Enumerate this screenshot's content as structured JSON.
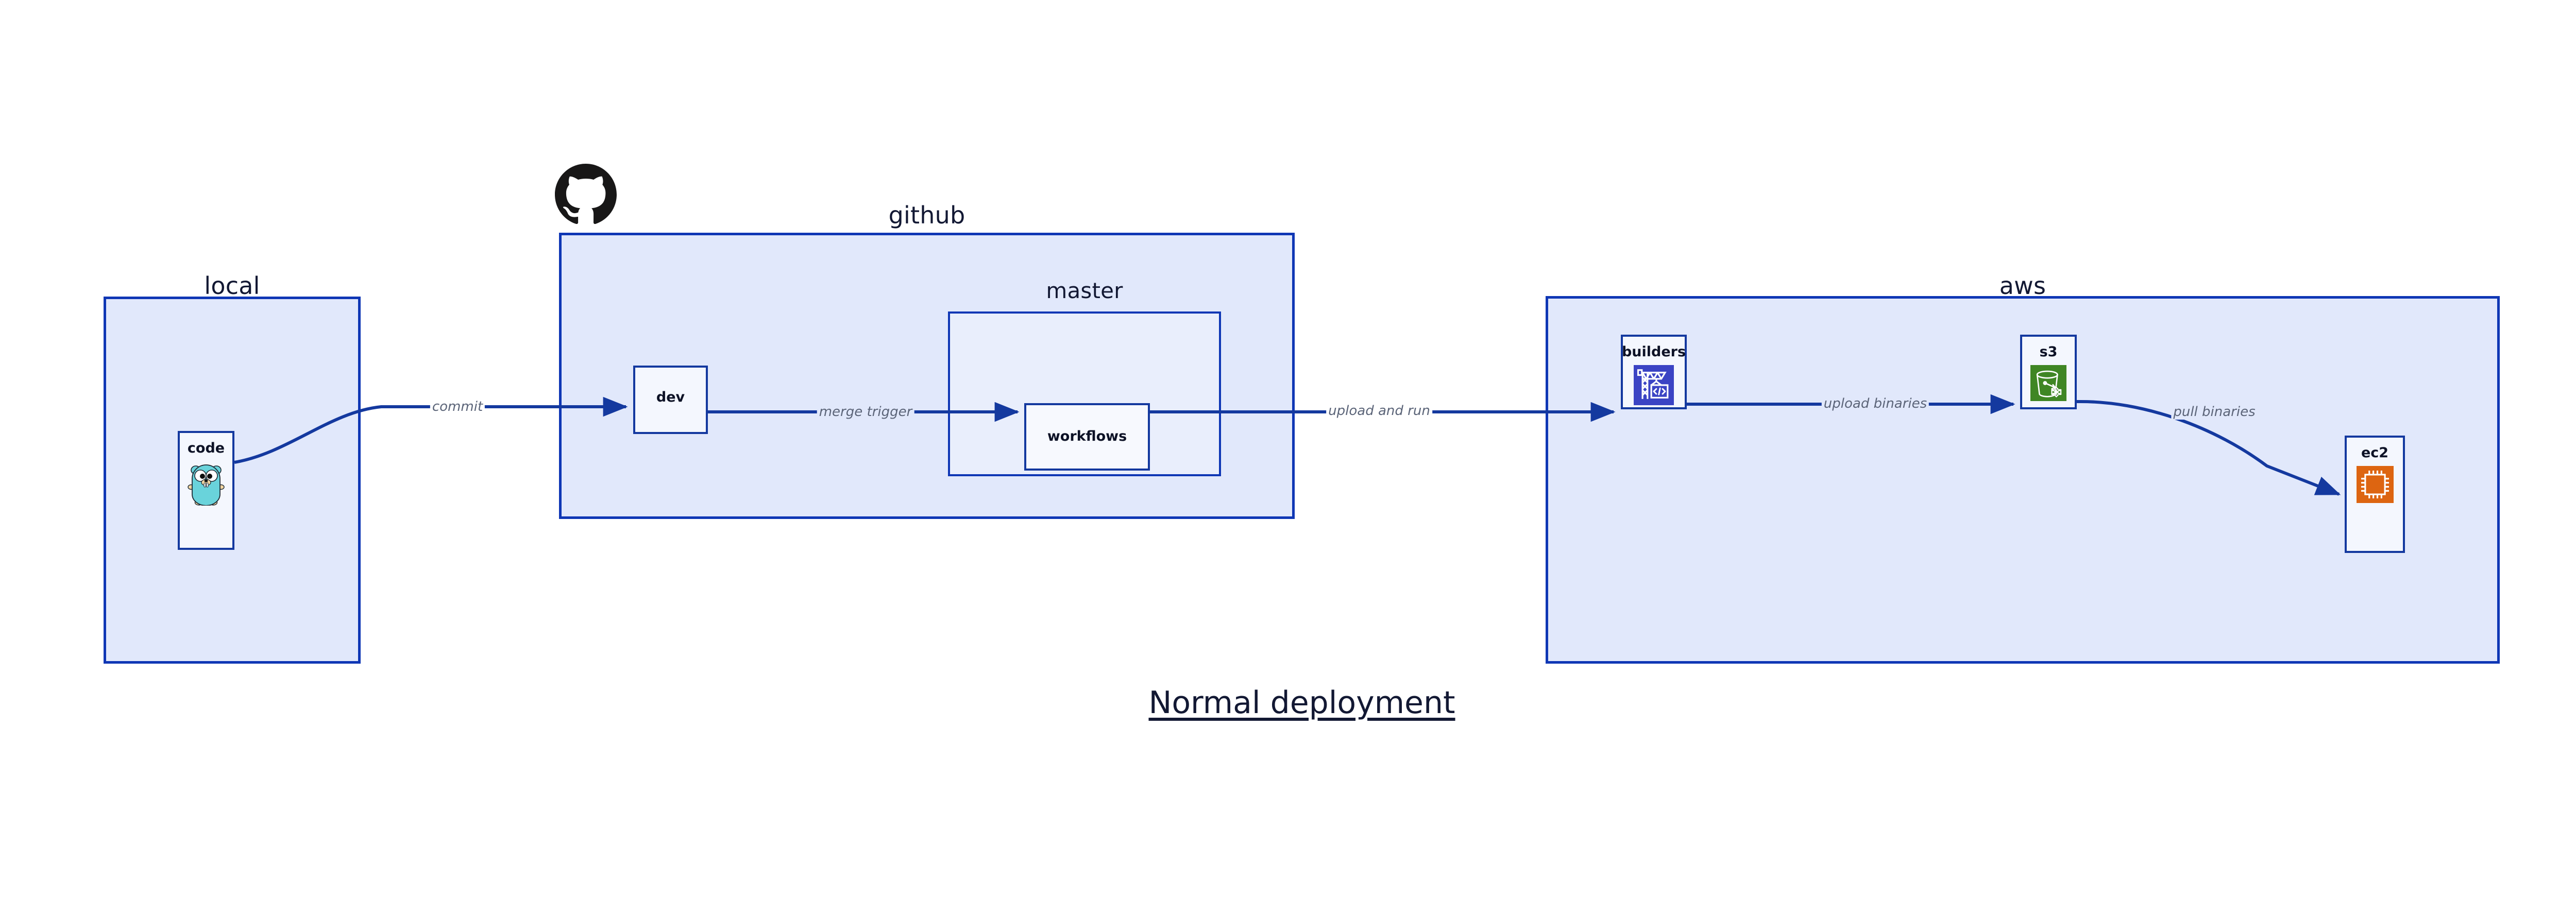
{
  "title": "Normal deployment",
  "colors": {
    "panel_fill": "#e1e8fb",
    "inner_fill": "#e9eefc",
    "node_fill": "#f4f7fe",
    "border": "#14399f",
    "edge": "#14399f",
    "edge_label": "#5b6478",
    "text": "#0d1226",
    "builders_icon_bg": "#3b44c4",
    "s3_icon_bg": "#3f8624",
    "ec2_icon_bg": "#dd6511",
    "gopher_body": "#69d3db",
    "github_logo": "#181717"
  },
  "groups": [
    {
      "id": "local",
      "label": "local"
    },
    {
      "id": "github",
      "label": "github"
    },
    {
      "id": "master",
      "label": "master"
    },
    {
      "id": "aws",
      "label": "aws"
    }
  ],
  "nodes": [
    {
      "id": "code",
      "label": "code",
      "icon": "go-gopher-icon",
      "group": "local"
    },
    {
      "id": "dev",
      "label": "dev",
      "icon": null,
      "group": "github"
    },
    {
      "id": "workflows",
      "label": "workflows",
      "icon": null,
      "group": "master"
    },
    {
      "id": "builders",
      "label": "builders",
      "icon": "aws-codebuild-crane-icon",
      "group": "aws"
    },
    {
      "id": "s3",
      "label": "s3",
      "icon": "aws-s3-bucket-icon",
      "group": "aws"
    },
    {
      "id": "ec2",
      "label": "ec2",
      "icon": "aws-ec2-chip-icon",
      "group": "aws"
    }
  ],
  "edges": [
    {
      "id": "commit",
      "from": "code",
      "to": "dev",
      "label": "commit"
    },
    {
      "id": "merge-trigger",
      "from": "dev",
      "to": "workflows",
      "label": "merge trigger"
    },
    {
      "id": "upload-and-run",
      "from": "workflows",
      "to": "builders",
      "label": "upload and run"
    },
    {
      "id": "upload-binaries",
      "from": "builders",
      "to": "s3",
      "label": "upload binaries"
    },
    {
      "id": "pull-binaries",
      "from": "s3",
      "to": "ec2",
      "label": "pull binaries"
    }
  ],
  "logos": [
    {
      "id": "github-octocat",
      "name": "github-octocat-logo"
    }
  ]
}
